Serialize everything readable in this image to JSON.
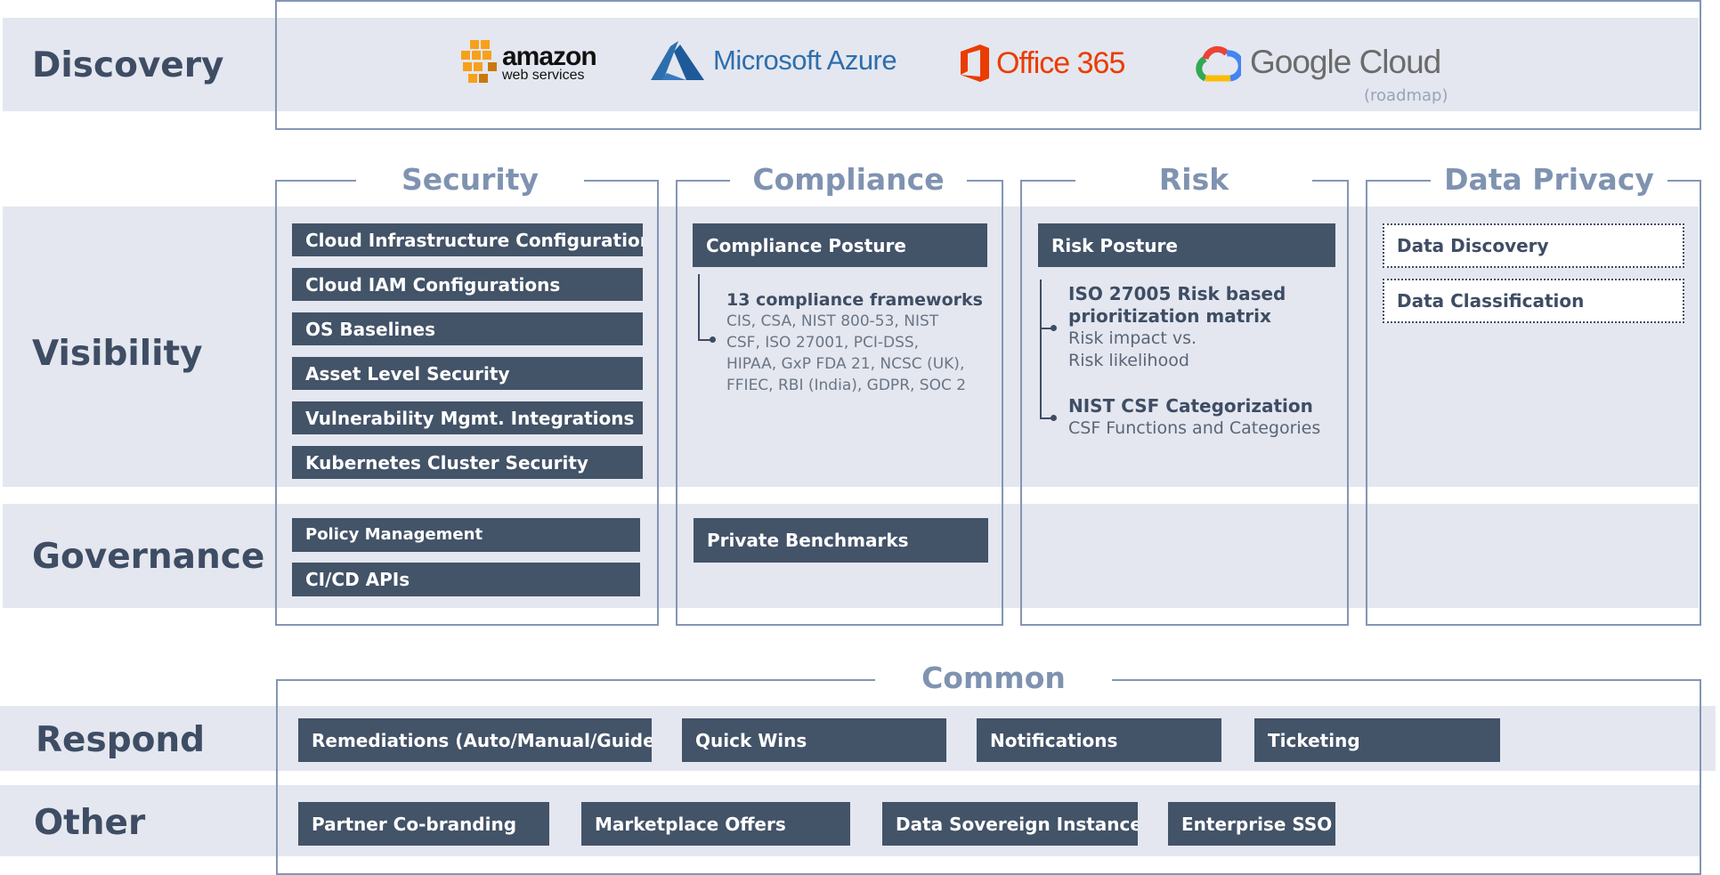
{
  "rows": {
    "discovery": "Discovery",
    "visibility": "Visibility",
    "governance": "Governance",
    "respond": "Respond",
    "other": "Other"
  },
  "logos": {
    "aws_top": "amazon",
    "aws_bottom": "web services",
    "azure": "Microsoft Azure",
    "office": "Office 365",
    "google": "Google Cloud",
    "google_note": "(roadmap)",
    "colors": {
      "aws": "#f7a01c",
      "azure": "#2d6ead",
      "office": "#eb3c00",
      "google_text": "#6b6b6b",
      "google_blue": "#4285f4",
      "google_red": "#ea4335",
      "google_yellow": "#fbbc05",
      "google_green": "#34a853"
    }
  },
  "columns": {
    "security": {
      "title": "Security",
      "visibility_items": [
        "Cloud Infrastructure Configurations",
        "Cloud IAM Configurations",
        "OS Baselines",
        "Asset Level Security",
        "Vulnerability Mgmt. Integrations",
        "Kubernetes Cluster Security"
      ],
      "governance_items": [
        "Policy Management",
        "CI/CD APIs"
      ]
    },
    "compliance": {
      "title": "Compliance",
      "posture": "Compliance Posture",
      "frameworks_title": "13 compliance frameworks",
      "frameworks_lines": [
        "CIS, CSA, NIST 800-53, NIST",
        "CSF, ISO 27001, PCI-DSS,",
        "HIPAA, GxP FDA 21, NCSC (UK),",
        "FFIEC, RBI (India), GDPR, SOC 2"
      ],
      "governance_item": "Private Benchmarks"
    },
    "risk": {
      "title": "Risk",
      "posture": "Risk Posture",
      "item1_title_lines": [
        "ISO 27005 Risk based",
        "prioritization matrix"
      ],
      "item1_desc_lines": [
        "Risk impact vs.",
        "Risk likelihood"
      ],
      "item2_title": "NIST CSF Categorization",
      "item2_desc": "CSF Functions and Categories"
    },
    "privacy": {
      "title": "Data Privacy",
      "items": [
        "Data Discovery",
        "Data Classification"
      ]
    }
  },
  "common": {
    "title": "Common",
    "respond_items": [
      "Remediations (Auto/Manual/Guided)",
      "Quick Wins",
      "Notifications",
      "Ticketing"
    ],
    "other_items": [
      "Partner Co-branding",
      "Marketplace Offers",
      "Data Sovereign Instances",
      "Enterprise SSO"
    ]
  }
}
